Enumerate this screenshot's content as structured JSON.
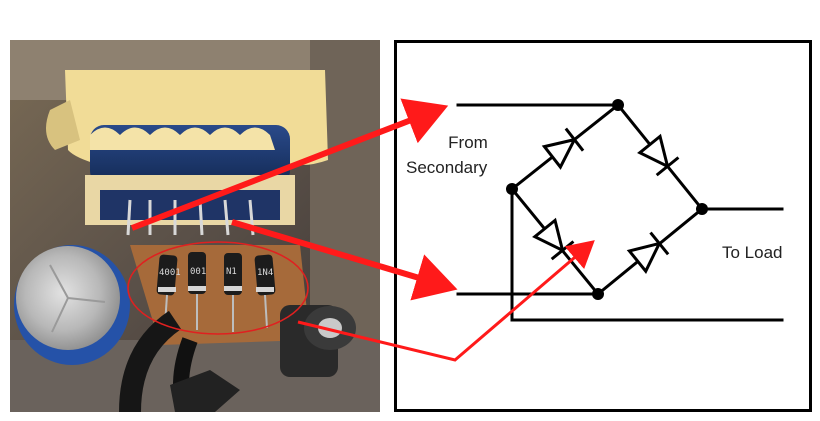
{
  "schematic": {
    "from_label_line1": "From",
    "from_label_line2": "Secondary",
    "to_label": "To Load"
  },
  "photo": {
    "diode_markings": [
      "4001",
      "001",
      "N1",
      "1N4"
    ]
  },
  "colors": {
    "arrow": "#ff1a1a",
    "highlight_ellipse": "#e02020",
    "wire": "#000000"
  }
}
